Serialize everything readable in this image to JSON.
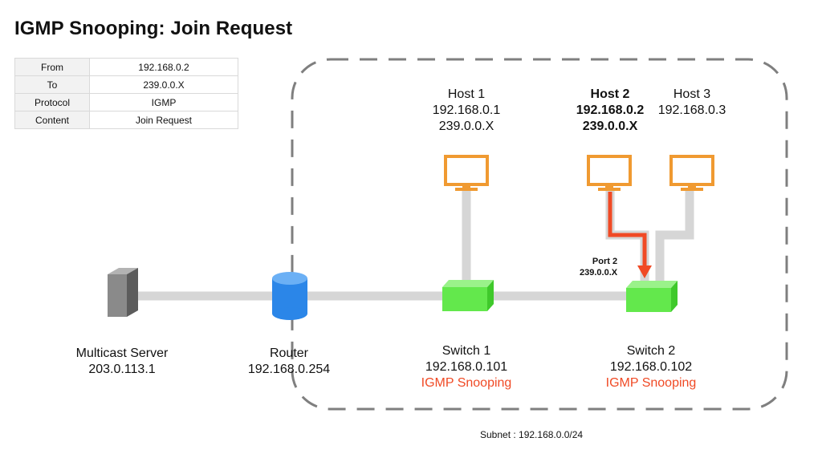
{
  "title": "IGMP Snooping: Join Request",
  "info_table": [
    {
      "key": "From",
      "value": "192.168.0.2"
    },
    {
      "key": "To",
      "value": "239.0.0.X"
    },
    {
      "key": "Protocol",
      "value": "IGMP"
    },
    {
      "key": "Content",
      "value": "Join Request"
    }
  ],
  "nodes": {
    "server": {
      "name": "Multicast Server",
      "ip": "203.0.113.1"
    },
    "router": {
      "name": "Router",
      "ip": "192.168.0.254"
    },
    "switch1": {
      "name": "Switch 1",
      "ip": "192.168.0.101",
      "feature": "IGMP Snooping"
    },
    "switch2": {
      "name": "Switch 2",
      "ip": "192.168.0.102",
      "feature": "IGMP Snooping"
    },
    "host1": {
      "name": "Host 1",
      "ip": "192.168.0.1",
      "group": "239.0.0.X"
    },
    "host2": {
      "name": "Host 2",
      "ip": "192.168.0.2",
      "group": "239.0.0.X"
    },
    "host3": {
      "name": "Host 3",
      "ip": "192.168.0.3"
    }
  },
  "port_label": {
    "port": "Port 2",
    "group": "239.0.0.X"
  },
  "subnet": "Subnet : 192.168.0.0/24",
  "colors": {
    "monitor": "#f09a31",
    "switch": "#63e84c",
    "router": "#2b86e8",
    "server": "#808080",
    "link": "#d6d6d6",
    "arrow": "#f04a25",
    "snooping_text": "#f04a25",
    "subnet_border": "#7f7f7f"
  }
}
